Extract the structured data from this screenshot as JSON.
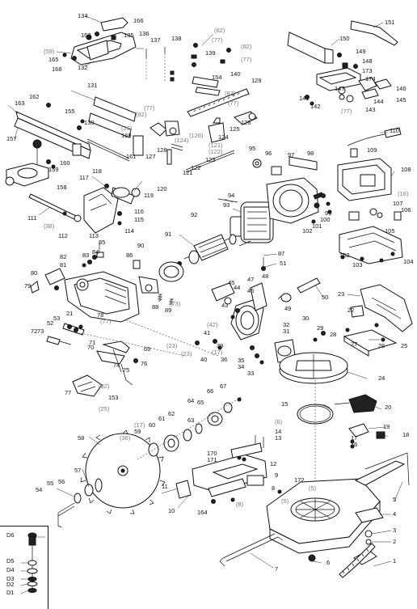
{
  "labels_top": [
    "134",
    "166",
    "(59)",
    "165",
    "168",
    "167",
    "132",
    "135",
    "136",
    "137",
    "138",
    "(82)",
    "(77)",
    "139",
    "(82)",
    "(77)",
    "154",
    "140",
    "129",
    "150",
    "151",
    "149",
    "148",
    "173",
    "174",
    "146",
    "145",
    "144",
    "143",
    "147",
    "141",
    "142",
    "(77)"
  ],
  "labels_mid": [
    "131",
    "130",
    "163",
    "162",
    "155",
    "157",
    "(77)",
    "(82)",
    "(23)",
    "169",
    "161",
    "127",
    "128",
    "(124)",
    "(126)",
    "(121)",
    "(122)",
    "121",
    "122",
    "123",
    "124",
    "125",
    "126",
    "(82)",
    "(77)",
    "110",
    "109",
    "108",
    "(16)",
    "107",
    "106",
    "105",
    "104",
    "103",
    "152",
    "159",
    "160",
    "158",
    "118",
    "117",
    "119",
    "120",
    "116",
    "115",
    "114",
    "113",
    "112",
    "(38)",
    "111",
    "95",
    "96",
    "97",
    "98",
    "94",
    "93",
    "92",
    "91",
    "99",
    "100",
    "101",
    "102",
    "90",
    "86",
    "85",
    "84",
    "83",
    "82",
    "81",
    "80",
    "79",
    "78",
    "(77)",
    "(73)",
    "89",
    "88",
    "87",
    "51",
    "50",
    "49",
    "48",
    "47",
    "46",
    "45",
    "44",
    "43",
    "(42)",
    "41",
    "40",
    "39",
    "(17)",
    "36",
    "35",
    "34",
    "33",
    "32",
    "31",
    "30",
    "29",
    "28",
    "27",
    "26",
    "25",
    "24",
    "23",
    "22",
    "21",
    "53",
    "52",
    "73",
    "72",
    "71",
    "70",
    "69",
    "74",
    "75",
    "76",
    "77",
    "(32)",
    "153",
    "(25)",
    "(23)",
    "(23)",
    "68",
    "38",
    "37"
  ],
  "labels_bot": [
    "67",
    "66",
    "65",
    "64",
    "63",
    "62",
    "61",
    "60",
    "59",
    "(17)",
    "(36)",
    "58",
    "57",
    "56",
    "55",
    "54",
    "20",
    "19",
    "18",
    "17",
    "16",
    "15",
    "14",
    "13",
    "(6)",
    "170",
    "171",
    "12",
    "11",
    "10",
    "9",
    "8",
    "(8)",
    "164",
    "172",
    "(5)",
    "(5)",
    "5",
    "4",
    "3",
    "2",
    "1",
    "7",
    "6"
  ],
  "inset": [
    "D6",
    "D5",
    "D4",
    "D3",
    "D2",
    "D1"
  ]
}
